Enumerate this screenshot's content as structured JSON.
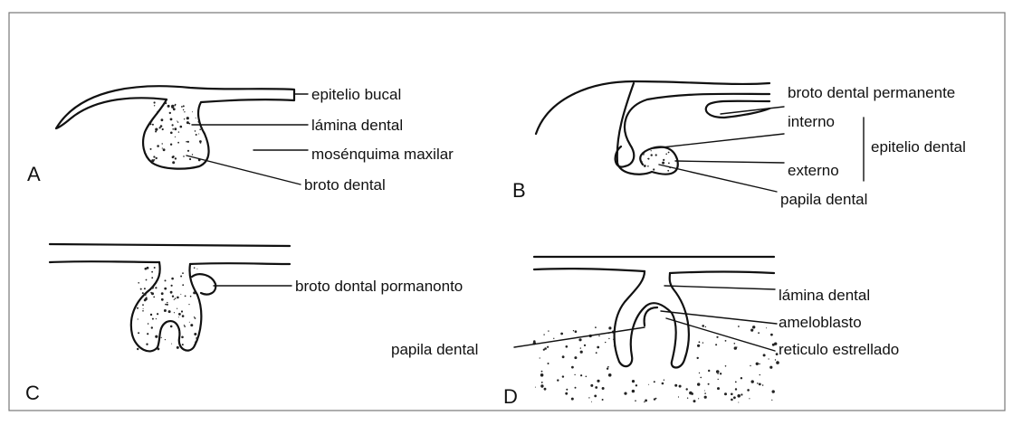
{
  "panels": {
    "A": {
      "letter": "A",
      "labels": {
        "epitelio_bucal": "epitelio bucal",
        "lamina_dental": "lámina dental",
        "mesenquima_maxilar": "mosénquima maxilar",
        "brote_dental": "broto dental"
      }
    },
    "B": {
      "letter": "B",
      "labels": {
        "brote_dental_permanente": "broto dental permanente",
        "interno": "interno",
        "epitelio_dental": "epitelio dental",
        "externo": "externo",
        "papila_dental": "papila dental"
      }
    },
    "C": {
      "letter": "C",
      "labels": {
        "brote_dental_permanente": "broto dontal pormanonto"
      }
    },
    "D": {
      "letter": "D",
      "labels": {
        "lamina_dental": "lámina dental",
        "ameloblasto": "ameloblasto",
        "papila_dental": "papila dental",
        "reticulo_estrellado": "reticulo estrellado"
      }
    }
  }
}
